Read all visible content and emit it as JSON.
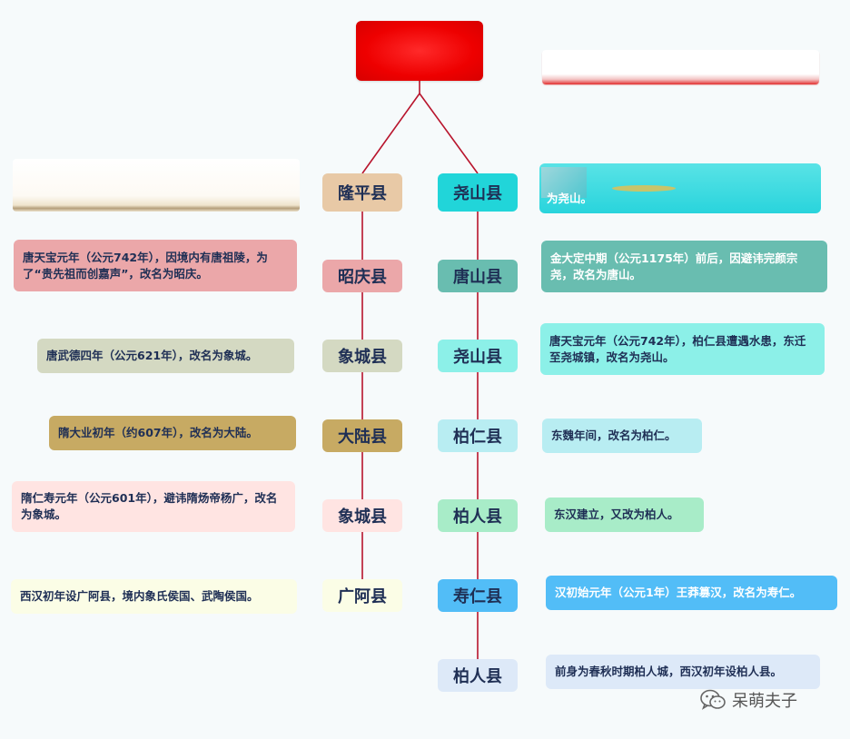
{
  "left_column": [
    {
      "label": "隆平县",
      "bg": "#e8c9a6",
      "fg": "#1f2f55"
    },
    {
      "label": "昭庆县",
      "bg": "#eba7a9",
      "fg": "#1f2f55"
    },
    {
      "label": "象城县",
      "bg": "#d4d9c2",
      "fg": "#1f2f55"
    },
    {
      "label": "大陆县",
      "bg": "#c7aa63",
      "fg": "#1f2f55"
    },
    {
      "label": "象城县",
      "bg": "#ffe4e2",
      "fg": "#1f2f55"
    },
    {
      "label": "广阿县",
      "bg": "#fbfde6",
      "fg": "#1f2f55"
    }
  ],
  "right_column": [
    {
      "label": "尧山县",
      "bg": "#21d5d9",
      "fg": "#1f2f55"
    },
    {
      "label": "唐山县",
      "bg": "#69bdb0",
      "fg": "#1f2f55"
    },
    {
      "label": "尧山县",
      "bg": "#8cf0e8",
      "fg": "#1f2f55"
    },
    {
      "label": "柏仁县",
      "bg": "#b8edf2",
      "fg": "#1f2f55"
    },
    {
      "label": "柏人县",
      "bg": "#a8ecc8",
      "fg": "#1f2f55"
    },
    {
      "label": "寿仁县",
      "bg": "#52bdf7",
      "fg": "#1f2f55"
    },
    {
      "label": "柏人县",
      "bg": "#dde9f8",
      "fg": "#1f2f55"
    }
  ],
  "left_desc": [
    {
      "text": "唐天宝元年（公元742年），因境内有唐祖陵，为了“贵先祖而创嘉声”，改名为昭庆。",
      "bg": "#eba7a9",
      "fg": "#1f2f55"
    },
    {
      "text": "唐武德四年（公元621年），改名为象城。",
      "bg": "#d4d9c2",
      "fg": "#1f2f55"
    },
    {
      "text": "隋大业初年（约607年），改名为大陆。",
      "bg": "#c7aa63",
      "fg": "#1f2f55"
    },
    {
      "text": "隋仁寿元年（公元601年），避讳隋炀帝杨广，改名为象城。",
      "bg": "#ffe4e2",
      "fg": "#1f2f55"
    },
    {
      "text": "西汉初年设广阿县，境内象氏侯国、武陶侯国。",
      "bg": "#fbfde6",
      "fg": "#1f2f55"
    }
  ],
  "right_desc": [
    {
      "text": "为尧山。",
      "bg": "#29d4dc",
      "fg": "#ffffff"
    },
    {
      "text": "金大定中期（公元1175年）前后，因避讳完颜宗尧，改名为唐山。",
      "bg": "#69bdb0",
      "fg": "#ffffff"
    },
    {
      "text": "唐天宝元年（公元742年），柏仁县遭遇水患，东迁至尧城镇，改名为尧山。",
      "bg": "#8cf0e8",
      "fg": "#1f2f55"
    },
    {
      "text": "东魏年间，改名为柏仁。",
      "bg": "#b8edf2",
      "fg": "#1f2f55"
    },
    {
      "text": "东汉建立，又改为柏人。",
      "bg": "#a8ecc8",
      "fg": "#1f2f55"
    },
    {
      "text": "汉初始元年（公元1年）王莽篡汉，改名为寿仁。",
      "bg": "#52bdf7",
      "fg": "#ffffff"
    },
    {
      "text": "前身为春秋时期柏人城，西汉初年设柏人县。",
      "bg": "#dde9f8",
      "fg": "#1f2f55"
    }
  ],
  "watermark": {
    "text": "呆萌夫子",
    "icon": "wechat-icon"
  },
  "colors": {
    "line": "#b8142c",
    "root": "#ee0000",
    "text": "#1f2f55"
  }
}
